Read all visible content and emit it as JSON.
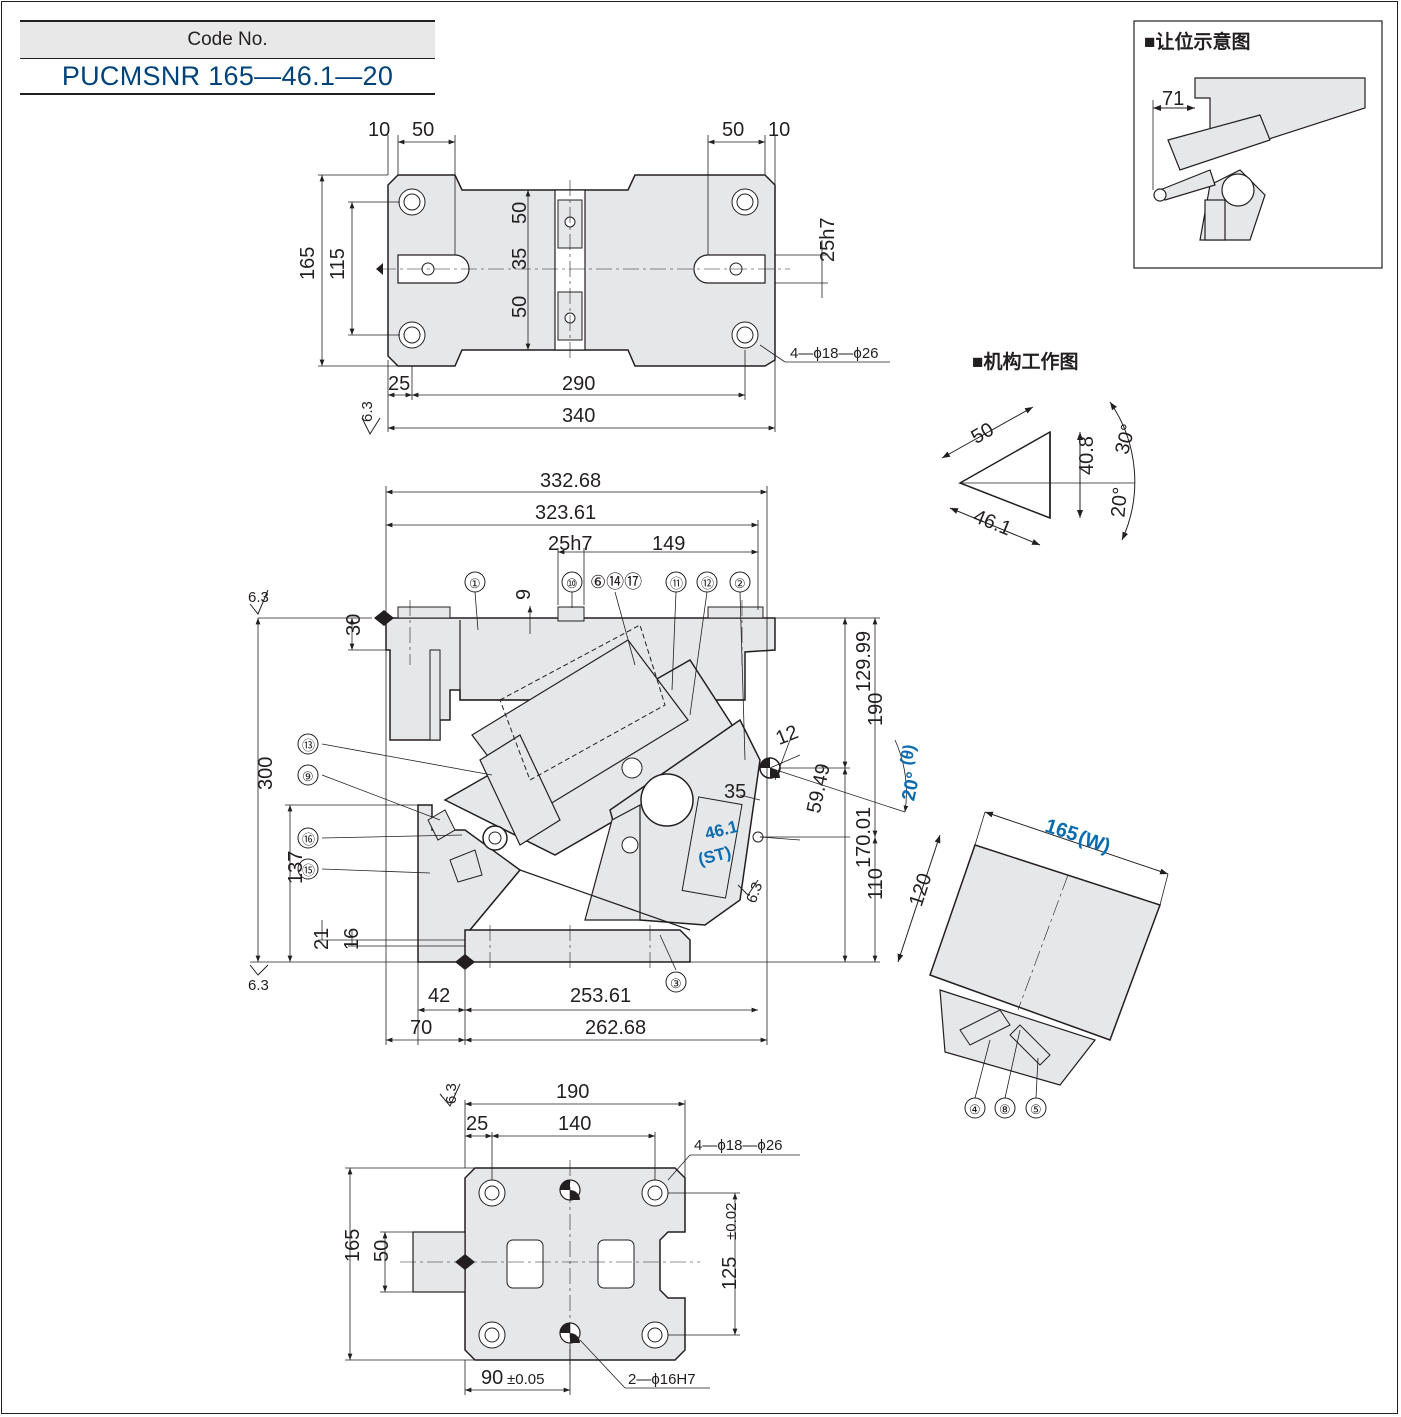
{
  "code": {
    "label": "Code No.",
    "value": "PUCMSNR 165—46.1—20"
  },
  "insets": {
    "clearance_title": "■让位示意图",
    "clearance_dim": "71",
    "mechanism_title": "■机构工作图",
    "mechanism_dims": {
      "hyp": "50",
      "height": "40.8",
      "base": "46.1",
      "angle_upper": "30°",
      "angle_lower": "20°"
    }
  },
  "top_view": {
    "dims": {
      "left_10": "10",
      "left_50": "50",
      "right_50": "50",
      "right_10": "10",
      "height_165": "165",
      "height_115": "115",
      "v50_top": "50",
      "v35": "35",
      "v50_bot": "50",
      "key_25h7": "25h7",
      "holes": "4—ϕ18—ϕ26",
      "d25": "25",
      "d290": "290",
      "d340": "340"
    },
    "roughness": "6.3"
  },
  "front_view": {
    "dims": {
      "w332": "332.68",
      "w323": "323.61",
      "key25h7": "25h7",
      "w149": "149",
      "d9": "9",
      "d30": "30",
      "d300": "300",
      "d137": "137",
      "d21": "21",
      "d16": "16",
      "d12": "12",
      "d35": "35",
      "d59": "59.49",
      "d129": "129.99",
      "d170": "170.01",
      "d190": "190",
      "d110": "110",
      "d42": "42",
      "d253": "253.61",
      "d70": "70",
      "d262": "262.68"
    },
    "st_value": "46.1",
    "st_label": "(ST)",
    "angle": "20°",
    "theta": "(θ)",
    "roughness": "6.3",
    "parts": [
      "①",
      "⑩",
      "⑥⑭⑰",
      "⑪",
      "⑫",
      "②",
      "⑬",
      "⑨",
      "⑯",
      "⑮",
      "③"
    ]
  },
  "cam_view": {
    "width_value": "165",
    "width_label": "(W)",
    "height": "120",
    "parts": [
      "④",
      "⑧",
      "⑤"
    ]
  },
  "bottom_view": {
    "dims": {
      "w190": "190",
      "w25": "25",
      "w140": "140",
      "holes": "4—ϕ18—ϕ26",
      "h165": "165",
      "h50": "50",
      "h125": "125",
      "tol125": "±0.02",
      "w90": "90",
      "tol90": "±0.05",
      "pins": "2—ϕ16H7"
    },
    "roughness": "6.3"
  },
  "colors": {
    "part_fill": "#e6e7e8",
    "line": "#231f20",
    "accent": "#0a6cb0",
    "code_text": "#00437a"
  }
}
